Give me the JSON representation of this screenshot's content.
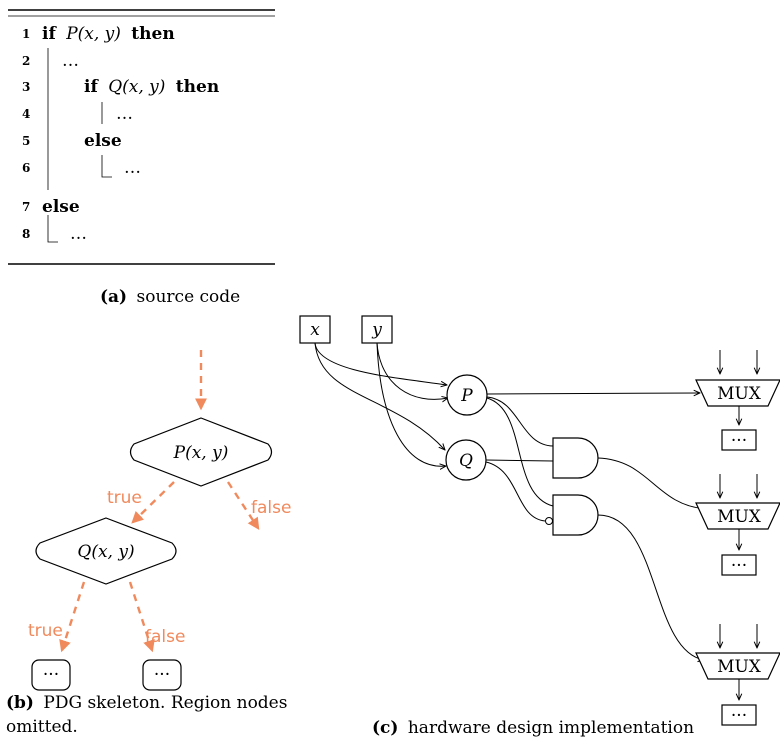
{
  "code_listing": {
    "lines": [
      {
        "num": "1",
        "text_kw": "if",
        "text_math": "P(x, y)",
        "text_kw2": "then"
      },
      {
        "num": "2",
        "text": "…"
      },
      {
        "num": "3",
        "text_kw": "if",
        "text_math": "Q(x, y)",
        "text_kw2": "then"
      },
      {
        "num": "4",
        "text": "…"
      },
      {
        "num": "5",
        "text_kw": "else"
      },
      {
        "num": "6",
        "text": "…"
      },
      {
        "num": "7",
        "text_kw": "else"
      },
      {
        "num": "8",
        "text": "…"
      }
    ]
  },
  "captions": {
    "a_label": "(a)",
    "a_text": "source code",
    "b_label": "(b)",
    "b_text_line1": "PDG skeleton. Region nodes",
    "b_text_line2": "omitted.",
    "c_label": "(c)",
    "c_text": "hardware design implementation"
  },
  "pdg": {
    "node_p": "P(x, y)",
    "node_q": "Q(x, y)",
    "edge_p_true": "true",
    "edge_p_false": "false",
    "edge_q_true": "true",
    "edge_q_false": "false",
    "leaf_left": "···",
    "leaf_right": "···",
    "edge_color": "#f08a5d"
  },
  "hardware": {
    "input_x": "x",
    "input_y": "y",
    "node_p": "P",
    "node_q": "Q",
    "mux_label": "MUX",
    "output_label": "···"
  }
}
